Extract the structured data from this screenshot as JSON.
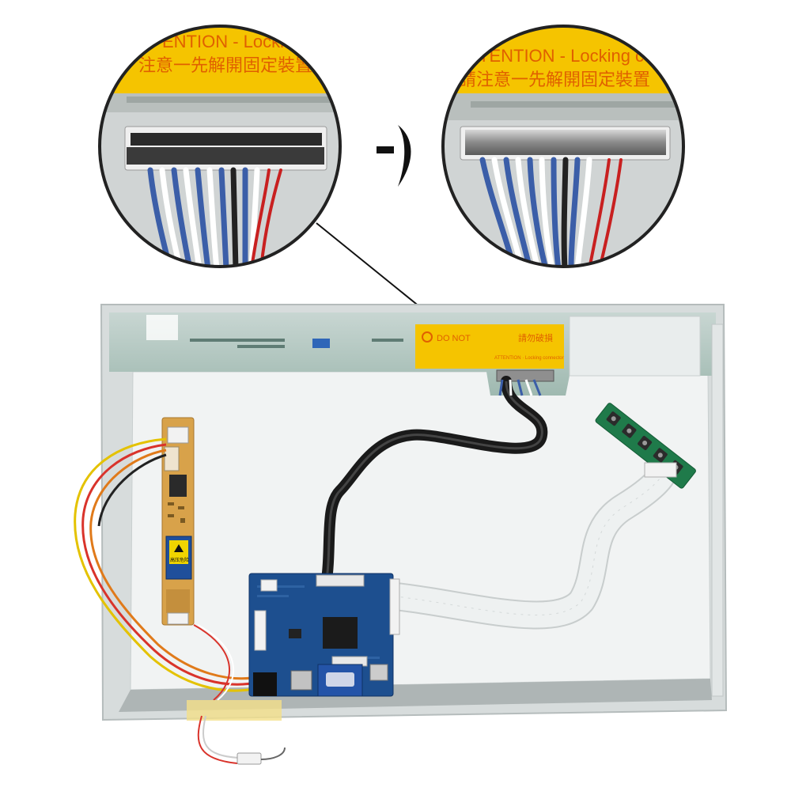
{
  "callouts": {
    "left": {
      "label_top": "ENTION - Locking conne",
      "label_cn": "注意一先解開固定裝置"
    },
    "right": {
      "label_top": "TENTION - Locking conne",
      "label_cn": "請注意一先解開固定裝置"
    }
  },
  "panel": {
    "sticker_line1": "DO NOT",
    "sticker_line2": "ATTENTION · Locking connector",
    "sticker_cn": "請勿破損"
  },
  "inverter": {
    "warning_label": "高压危险"
  },
  "colors": {
    "callout_label": "#f5c400",
    "label_text": "#e06000",
    "pcb_blue": "#1d4f8f",
    "pcb_green": "#1f7a4a",
    "pcb_yellow": "#d8a24a",
    "panel_frame": "#d7dcdc",
    "panel_glass": "#f1f3f3",
    "panel_strip": "#9fb9b0",
    "ribbon_cable": "#e9ecec",
    "signal_cable": "#1a1a1a"
  }
}
